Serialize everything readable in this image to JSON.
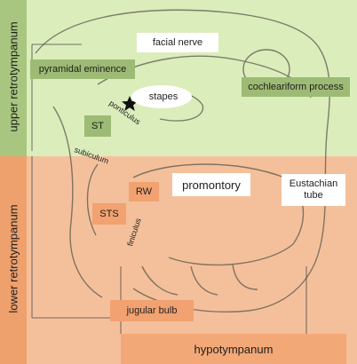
{
  "regions": {
    "upper": "upper retrotympanum",
    "lower": "lower retrotympanum",
    "hypo": "hypotympanum"
  },
  "labels": {
    "facial_nerve": "facial nerve",
    "pyramidal_eminence": "pyramidal eminence",
    "stapes": "stapes",
    "ponticulus": "ponticulus",
    "cochleariform_process": "cochleariform process",
    "st": "ST",
    "subiculum": "subiculum",
    "rw": "RW",
    "sts": "STS",
    "promontory": "promontory",
    "eustachian_line1": "Eustachian",
    "eustachian_line2": "tube",
    "finiculus": "finiculus",
    "jugular_bulb": "jugular bulb"
  },
  "colors": {
    "upper_zone": "#d9ebb8",
    "lower_zone": "#f4bf98",
    "green_label": "#9dbb74",
    "orange_label": "#f1a270",
    "white_label": "#ffffff",
    "outline": "#55534a"
  }
}
